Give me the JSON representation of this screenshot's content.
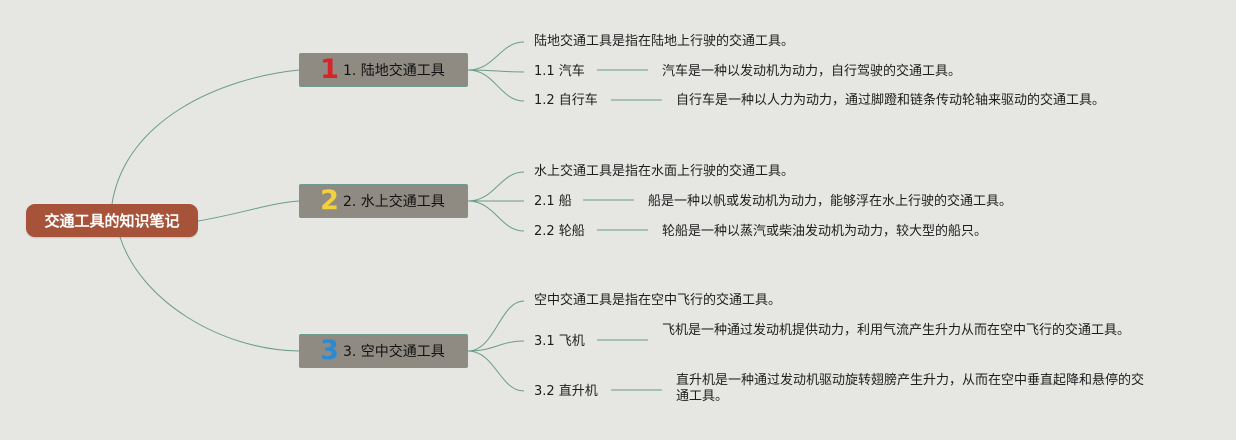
{
  "root": {
    "label": "交通工具的知识笔记"
  },
  "colors": {
    "background": "#e6e6e3",
    "root_fill": "#a7533a",
    "branch_fill": "#8f8b83",
    "connector": "#6b9c8e",
    "badge_1": "#d8232a",
    "badge_2": "#f3d03e",
    "badge_3": "#2a8ad4"
  },
  "branches": [
    {
      "badge": "1",
      "label": "1. 陆地交通工具",
      "definition": "陆地交通工具是指在陆地上行驶的交通工具。",
      "items": [
        {
          "label": "1.1 汽车",
          "desc": "汽车是一种以发动机为动力，自行驾驶的交通工具。"
        },
        {
          "label": "1.2 自行车",
          "desc": "自行车是一种以人力为动力，通过脚蹬和链条传动轮轴来驱动的交通工具。"
        }
      ]
    },
    {
      "badge": "2",
      "label": "2. 水上交通工具",
      "definition": "水上交通工具是指在水面上行驶的交通工具。",
      "items": [
        {
          "label": "2.1 船",
          "desc": "船是一种以帆或发动机为动力，能够浮在水上行驶的交通工具。"
        },
        {
          "label": "2.2 轮船",
          "desc": "轮船是一种以蒸汽或柴油发动机为动力，较大型的船只。"
        }
      ]
    },
    {
      "badge": "3",
      "label": "3. 空中交通工具",
      "definition": "空中交通工具是指在空中飞行的交通工具。",
      "items": [
        {
          "label": "3.1 飞机",
          "desc": "飞机是一种通过发动机提供动力，利用气流产生升力从而在空中飞行的交通工具。"
        },
        {
          "label": "3.2 直升机",
          "desc": "直升机是一种通过发动机驱动旋转翅膀产生升力，从而在空中垂直起降和悬停的交通工具。"
        }
      ]
    }
  ]
}
